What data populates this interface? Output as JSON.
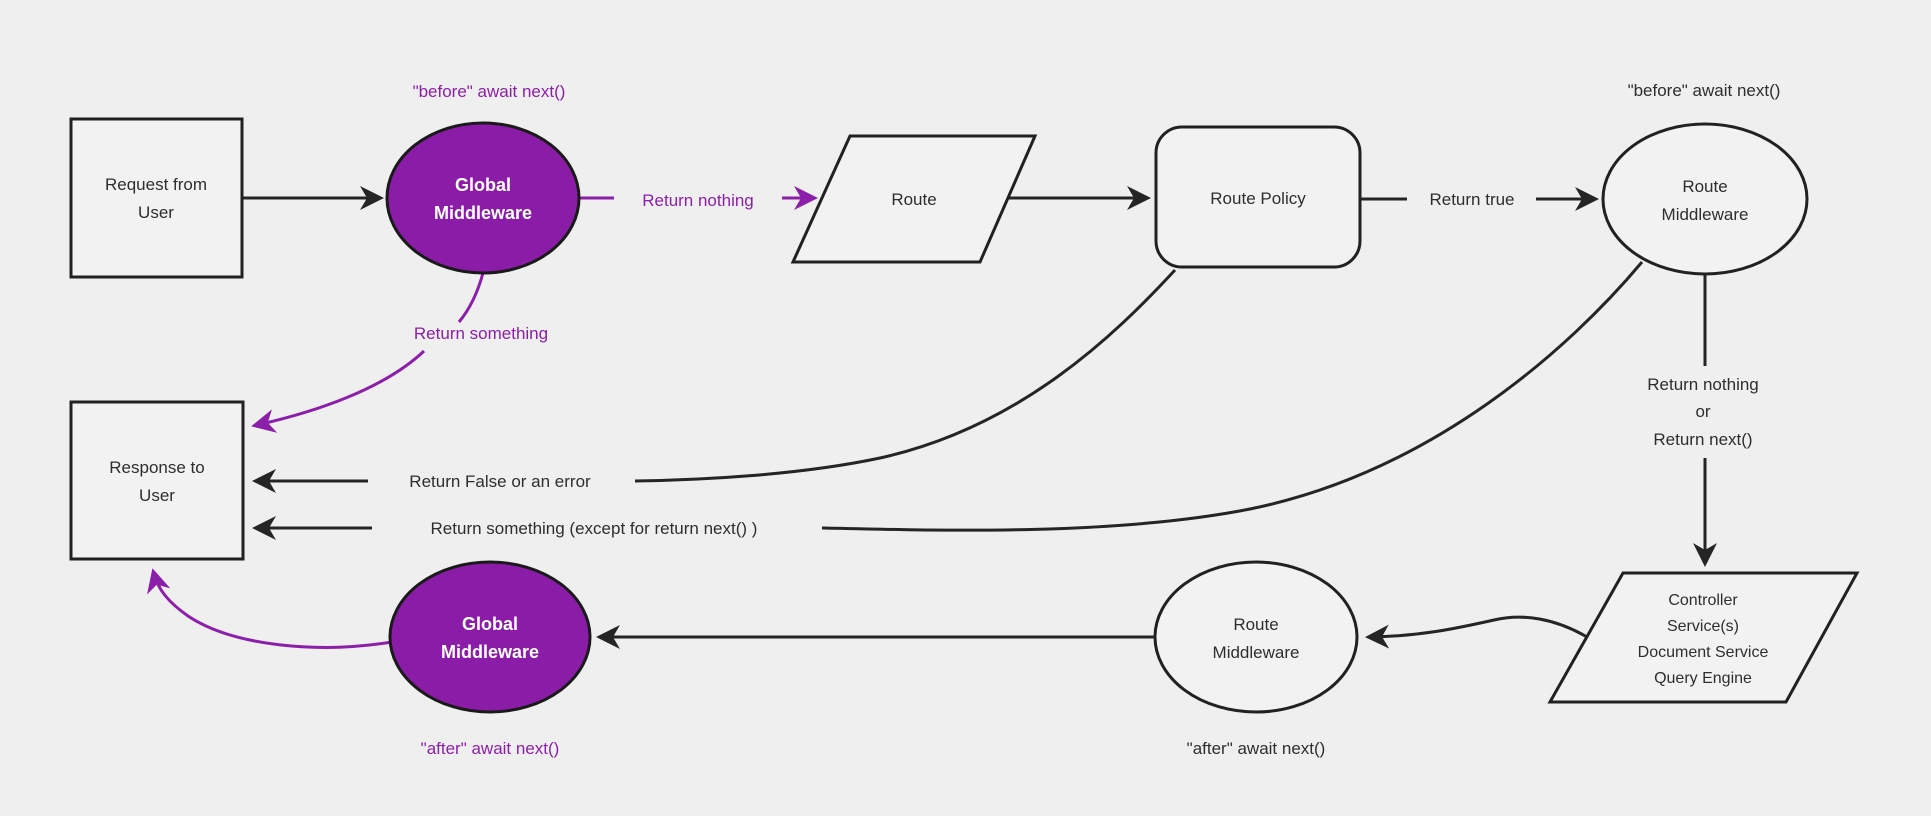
{
  "diagram": {
    "title": "middleware-request-response-flow",
    "colors": {
      "background": "#efefef",
      "node_fill": "#f2f2f2",
      "node_stroke": "#212121",
      "purple_fill": "#8a1ca8",
      "purple_accent": "#8c1fa9",
      "edge_stroke": "#252525",
      "text": "#2e2e2e",
      "text_on_purple": "#ffffff"
    },
    "nodes": {
      "request": {
        "line1": "Request from",
        "line2": "User"
      },
      "global_middleware_top": {
        "line1": "Global",
        "line2": "Middleware"
      },
      "route": {
        "label": "Route"
      },
      "route_policy": {
        "label": "Route Policy"
      },
      "route_middleware_top": {
        "line1": "Route",
        "line2": "Middleware"
      },
      "controller": {
        "line1": "Controller",
        "line2": "Service(s)",
        "line3": "Document Service",
        "line4": "Query Engine"
      },
      "route_middleware_bottom": {
        "line1": "Route",
        "line2": "Middleware"
      },
      "global_middleware_bottom": {
        "line1": "Global",
        "line2": "Middleware"
      },
      "response": {
        "line1": "Response to",
        "line2": "User"
      }
    },
    "edge_labels": {
      "before_await_next_global": "\"before\" await next()",
      "before_await_next_route": "\"before\" await next()",
      "return_nothing": "Return nothing",
      "return_something": "Return something",
      "return_true": "Return true",
      "return_nothing_or_line1": "Return nothing",
      "return_nothing_or_line2": "or",
      "return_nothing_or_line3": "Return next()",
      "return_false_or_error": "Return False or an error",
      "return_something_except": "Return something (except for return next() )",
      "after_await_next_route": "\"after\" await next()",
      "after_await_next_global": "\"after\" await next()"
    }
  }
}
